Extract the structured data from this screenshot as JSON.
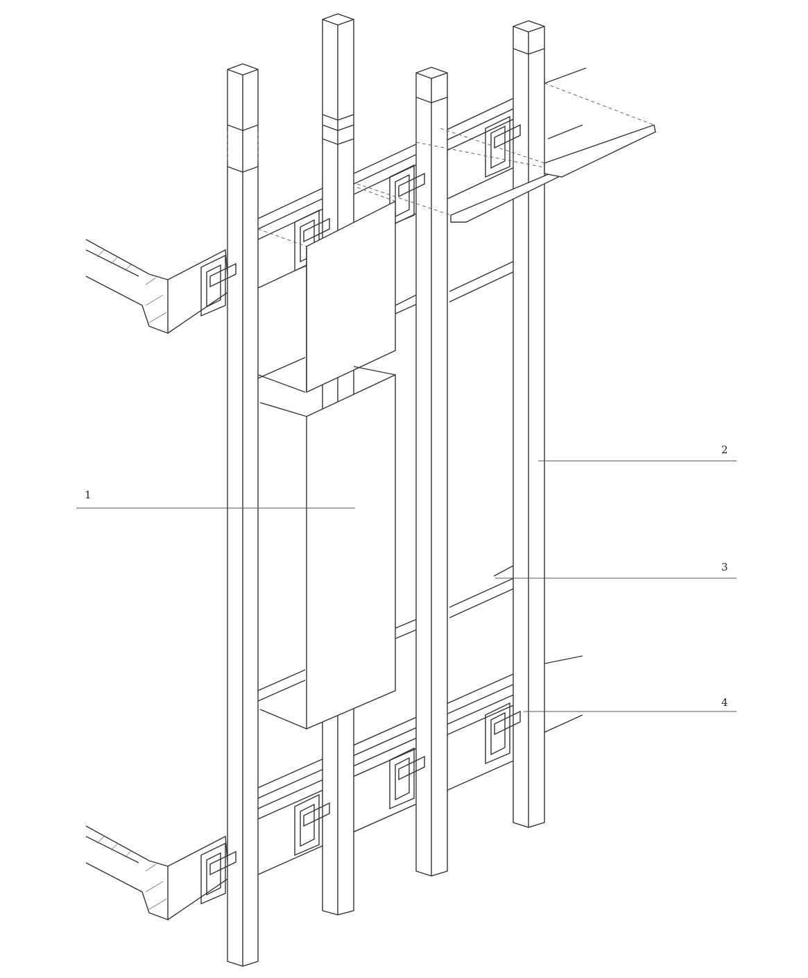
{
  "callouts": [
    {
      "id": "1",
      "text": "1"
    },
    {
      "id": "2",
      "text": "2"
    },
    {
      "id": "3",
      "text": "3"
    },
    {
      "id": "4",
      "text": "4"
    }
  ],
  "colors": {
    "line": "#333333",
    "background": "#ffffff"
  }
}
